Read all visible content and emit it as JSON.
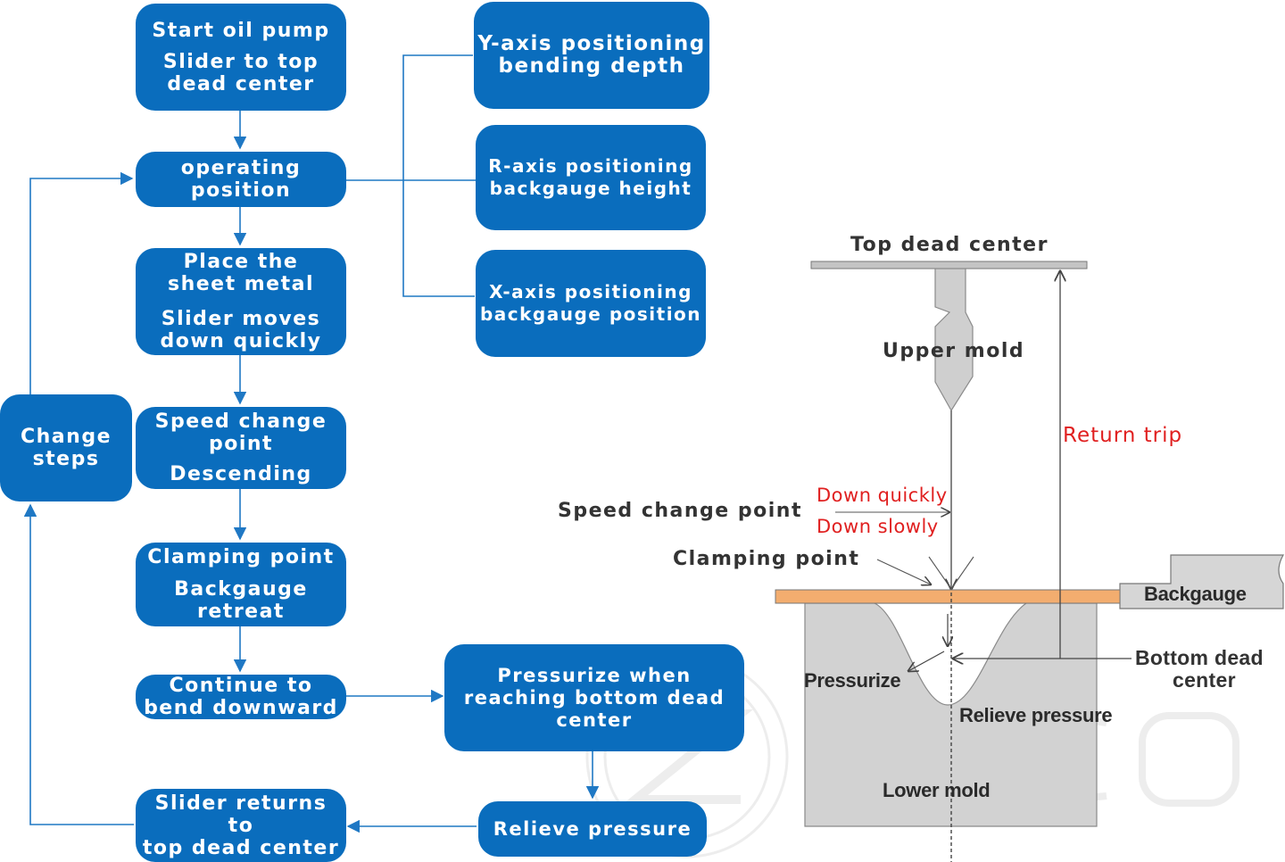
{
  "flow": {
    "start": {
      "line1": "Start oil pump",
      "line2": "Slider to top",
      "line3": "dead center"
    },
    "operating": {
      "line1": "operating",
      "line2": "position"
    },
    "place": {
      "line1": "Place the",
      "line2": "sheet metal",
      "line3": "Slider moves",
      "line4": "down quickly"
    },
    "speed": {
      "line1": "Speed change",
      "line2": "point",
      "line3": "Descending"
    },
    "clamping": {
      "line1": "Clamping point",
      "line2": "Backgauge",
      "line3": "retreat"
    },
    "continue": {
      "line1": "Continue to",
      "line2": "bend downward"
    },
    "returns": {
      "line1": "Slider returns to",
      "line2": "top dead center"
    },
    "change": {
      "line1": "Change",
      "line2": "steps"
    },
    "yaxis": {
      "line1": "Y-axis positioning",
      "line2": "bending depth"
    },
    "raxis": {
      "line1": "R-axis positioning",
      "line2": "backgauge height"
    },
    "xaxis": {
      "line1": "X-axis positioning",
      "line2": "backgauge position"
    },
    "pressurize": {
      "line1": "Pressurize when",
      "line2": "reaching bottom dead",
      "line3": "center"
    },
    "relieve": {
      "line1": "Relieve pressure"
    }
  },
  "machine": {
    "top_dead_center": "Top dead center",
    "upper_mold": "Upper mold",
    "return_trip": "Return trip",
    "speed_change_point": "Speed change point",
    "down_quickly": "Down quickly",
    "down_slowly": "Down slowly",
    "clamping_point": "Clamping point",
    "backgauge": "Backgauge",
    "bottom_dead_center_1": "Bottom dead",
    "bottom_dead_center_2": "center",
    "pressurize": "Pressurize",
    "relieve_pressure": "Relieve pressure",
    "lower_mold": "Lower mold"
  },
  "colors": {
    "box": "#0a6dbd",
    "connector": "#1f78c4",
    "accent_red": "#e02020",
    "sheet": "#f3ad6f",
    "mold": "#d2d2d2"
  }
}
